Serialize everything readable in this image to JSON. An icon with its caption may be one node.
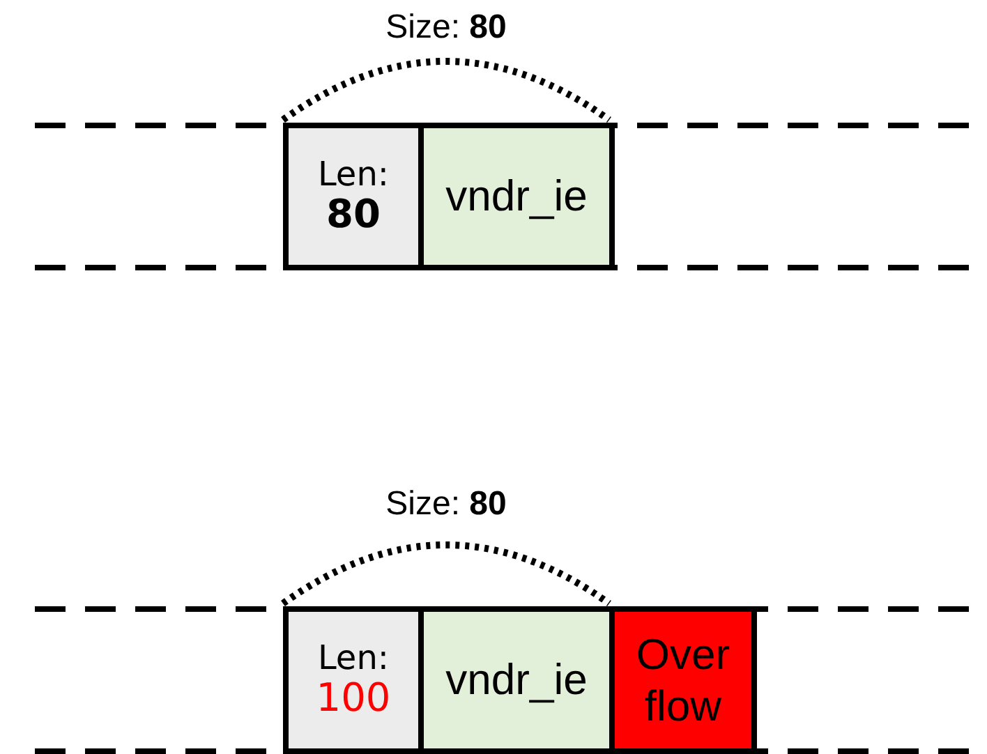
{
  "diagram": {
    "nodes": [
      {
        "text": [
          "Len:",
          "80"
        ]
      },
      {
        "text": [
          "vndr_ie"
        ]
      },
      {
        "text": [
          "Len:",
          "100"
        ]
      },
      {
        "text": [
          "vndr_ie"
        ]
      },
      {
        "text": [
          "Over flow"
        ]
      }
    ],
    "labels": [
      "Size: **80**",
      "Size: **80**"
    ]
  }
}
